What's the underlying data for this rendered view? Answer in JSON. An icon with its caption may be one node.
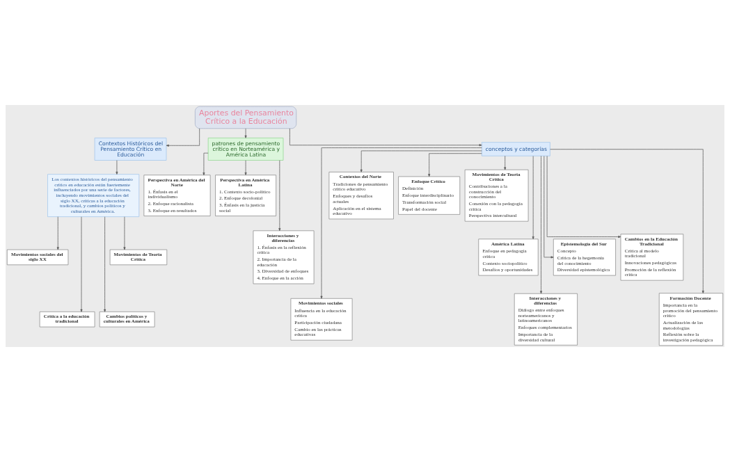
{
  "diagram": {
    "nodes": [
      {
        "text": [
          "Aportes del Pensamiento Crítico a la Educación"
        ]
      },
      {
        "text": [
          "Contextos Históricos del Pensamiento Crítico en Educación"
        ]
      },
      {
        "text": [
          "Los contextos históricos del pensamiento crítico en educación están fuertemente influenciados por una serie de factores, incluyendo movimientos sociales del siglo XX, críticas a la educación tradicional, y cambios políticos y culturales en América."
        ]
      },
      {
        "text": [
          "Movimientos sociales del siglo XX"
        ]
      },
      {
        "text": [
          "Crítica a la educación tradicional"
        ]
      },
      {
        "text": [
          "Cambios políticos y culturales en América"
        ]
      },
      {
        "text": [
          "Movimientos de Teoría Crítica"
        ]
      },
      {
        "text": [
          "patrones de pensamiento crítico en Norteamérica y América Latina"
        ]
      },
      {
        "text": [
          "Perspectiva en América del Norte",
          "1. Énfasis en el individualismo",
          "2. Enfoque racionalista",
          "3. Enfoque en resultados"
        ]
      },
      {
        "text": [
          "Perspectiva en América Latina",
          "1. Contexto socio-político",
          "2. Enfoque decolonial",
          "3. Énfasis en la justicia social"
        ]
      },
      {
        "text": [
          "Interacciones y diferencias",
          "1. Énfasis en la reflexión crítica",
          "2. Importancia de la educación",
          "3. Diversidad de enfoques",
          "4. Enfoque en la acción"
        ]
      },
      {
        "text": [
          "conceptos y categorías"
        ]
      },
      {
        "text": [
          "Movimientos sociales",
          "Influencia en la educación crítica",
          "Participación ciudadana",
          "Cambio en las prácticas educativas"
        ]
      },
      {
        "text": [
          "Contextos del Norte",
          "Tradiciones de pensamiento crítico educativo",
          "Enfoques y desafíos actuales",
          "Aplicación en el sistema educativo"
        ]
      },
      {
        "text": [
          "Enfoque Crítico",
          "Definición",
          "Enfoque interdisciplinario",
          "Transformación social",
          "Papel del docente"
        ]
      },
      {
        "text": [
          "Movimientos de Teoría Crítica",
          "Contribuciones a la construcción del conocimiento",
          "Conexión con la pedagogía crítica",
          "Perspectiva intercultural"
        ]
      },
      {
        "text": [
          "América Latina",
          "Enfoque en pedagogía crítica",
          "Contexto sociopolítico",
          "Desafíos y oportunidades"
        ]
      },
      {
        "text": [
          "Interacciones y diferencias",
          "Diálogo entre enfoques norteamericanos y latinoamericanos",
          "Enfoques complementarios",
          "Importancia de la diversidad cultural"
        ]
      },
      {
        "text": [
          "Epistemología del Sur",
          "Concepto",
          "Crítica de la hegemonía del conocimiento",
          "Diversidad epistemológica"
        ]
      },
      {
        "text": [
          "Cambios en la Educación Tradicional",
          "Crítica al modelo tradicional",
          "Innovaciones pedagógicas",
          "Promoción de la reflexión crítica"
        ]
      },
      {
        "text": [
          "Formación Docente",
          "Importancia en la promoción del pensamiento crítico",
          "Actualización de las metodologías",
          "Reflexión sobre la investigación pedagógica"
        ]
      }
    ],
    "edges": [
      {
        "from": 0,
        "to": 1,
        "arrow": "to"
      },
      {
        "from": 1,
        "to": 2,
        "arrow": "to"
      },
      {
        "from": 2,
        "to": 3,
        "arrow": "to"
      },
      {
        "from": 2,
        "to": 4,
        "arrow": "to"
      },
      {
        "from": 2,
        "to": 5,
        "arrow": "to"
      },
      {
        "from": 2,
        "to": 6,
        "arrow": "to"
      },
      {
        "from": 0,
        "to": 7,
        "arrow": "to"
      },
      {
        "from": 7,
        "to": 8,
        "arrow": "to"
      },
      {
        "from": 7,
        "to": 9,
        "arrow": "to"
      },
      {
        "from": 7,
        "to": 10,
        "arrow": "to"
      },
      {
        "from": 0,
        "to": 11,
        "arrow": "to"
      },
      {
        "from": 11,
        "to": 12,
        "arrow": "to"
      },
      {
        "from": 11,
        "to": 13,
        "arrow": "to"
      },
      {
        "from": 11,
        "to": 14,
        "arrow": "to"
      },
      {
        "from": 11,
        "to": 15,
        "arrow": "to"
      },
      {
        "from": 11,
        "to": 16,
        "arrow": "to"
      },
      {
        "from": 11,
        "to": 17,
        "arrow": "to"
      },
      {
        "from": 11,
        "to": 18,
        "arrow": "to"
      },
      {
        "from": 11,
        "to": 19,
        "arrow": "to"
      },
      {
        "from": 11,
        "to": 20,
        "arrow": "to"
      }
    ]
  }
}
